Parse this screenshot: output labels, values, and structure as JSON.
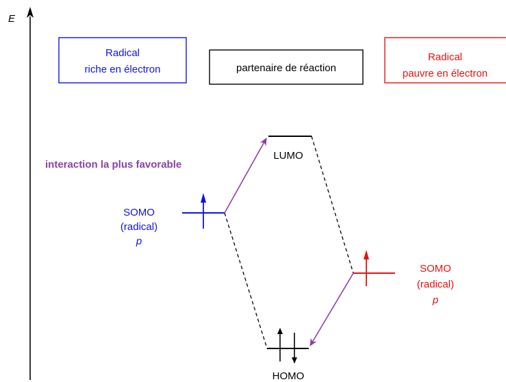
{
  "axis": {
    "label": "E"
  },
  "colors": {
    "rich": "#1010e6",
    "poor": "#e81010",
    "partner": "#000000",
    "interaction": "#8e3fa8"
  },
  "boxes": {
    "rich_line1": "Radical",
    "rich_line2": "riche en électron",
    "partner": "partenaire de réaction",
    "poor_line1": "Radical",
    "poor_line2": "pauvre en électron"
  },
  "levels": {
    "lumo": "LUMO",
    "homo": "HOMO",
    "somo_left_1": "SOMO",
    "somo_left_2": "(radical)",
    "somo_left_3": "p",
    "somo_right_1": "SOMO",
    "somo_right_2": "(radical)",
    "somo_right_3": "p"
  },
  "interaction_label": "interaction la plus favorable"
}
